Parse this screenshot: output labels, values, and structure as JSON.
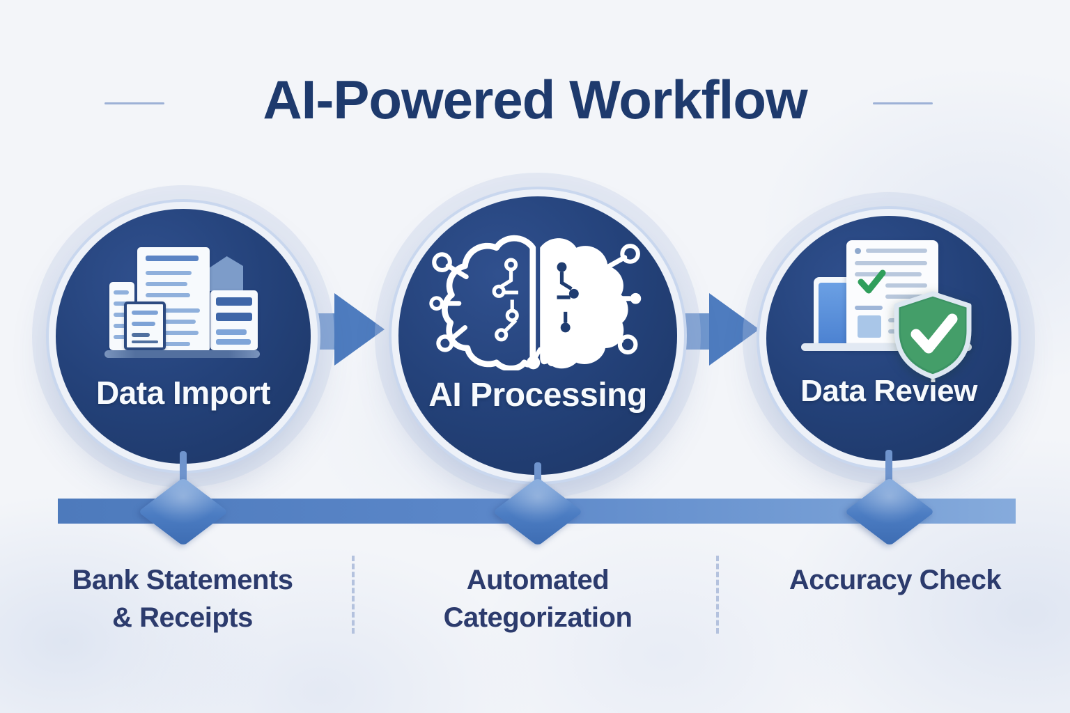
{
  "title": "AI-Powered Workflow",
  "steps": [
    {
      "label": "Data Import",
      "icon": "documents-stack-icon",
      "caption": [
        "Bank Statements",
        "& Receipts"
      ]
    },
    {
      "label": "AI Processing",
      "icon": "ai-brain-circuit-icon",
      "caption": [
        "Automated",
        "Categorization"
      ]
    },
    {
      "label": "Data Review",
      "icon": "document-check-shield-icon",
      "caption": [
        "Accuracy Check"
      ]
    }
  ],
  "colors": {
    "title_text": "#1e3a6d",
    "circle_fill": "#24427a",
    "circle_label_text": "#ffffff",
    "arrow_blue": "#4e7cbf",
    "timeline_bar_blue": "#5b87c9",
    "caption_text": "#2c3b6d",
    "shield_green": "#3c9464",
    "check_green": "#2f9e5b",
    "background": "#f3f5f9"
  }
}
